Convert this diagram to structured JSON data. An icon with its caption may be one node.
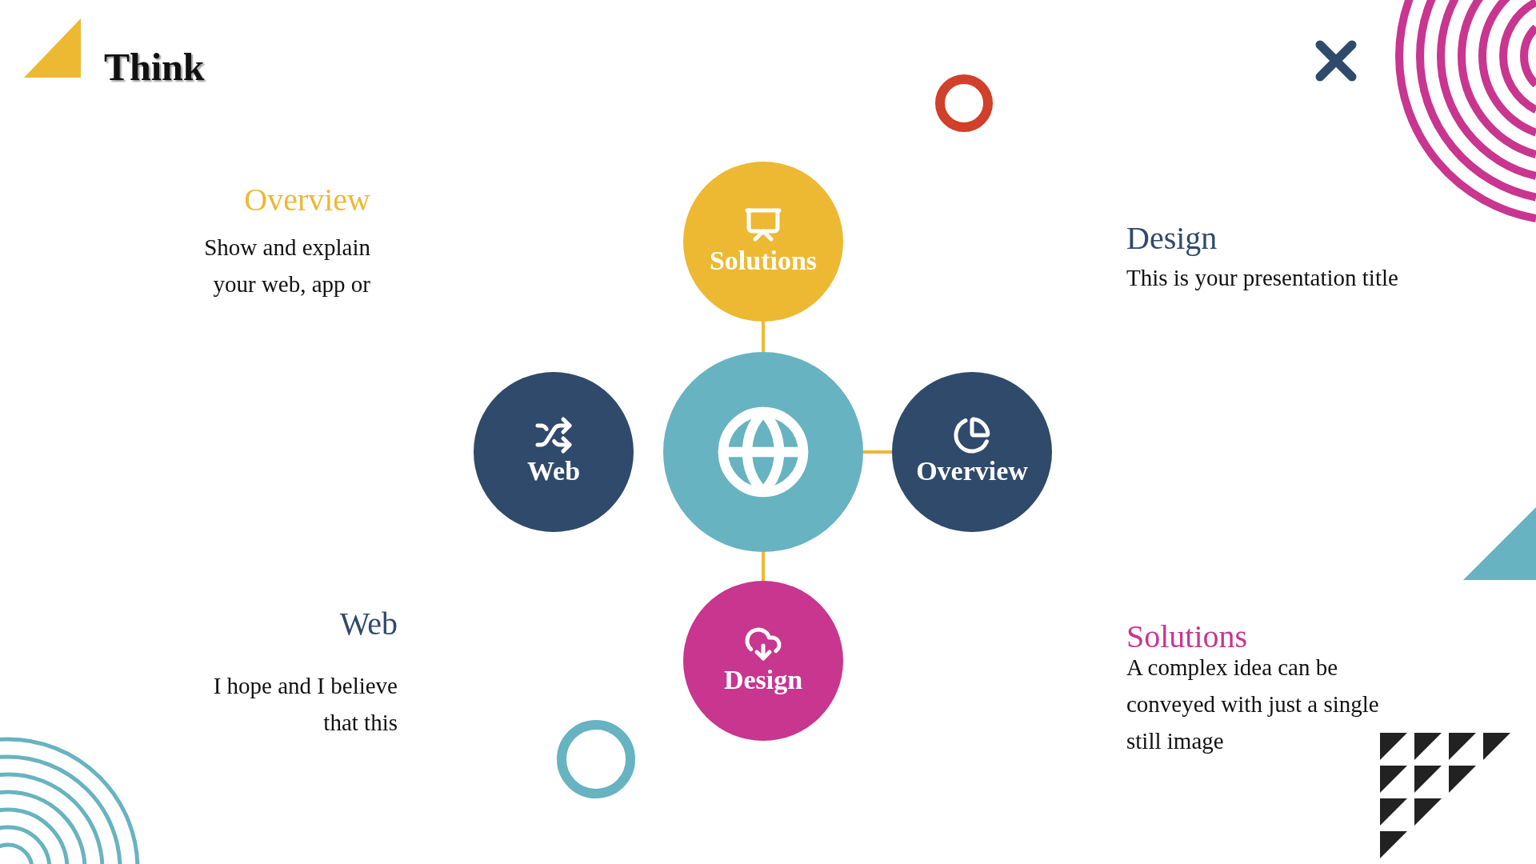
{
  "diagram": {
    "title": "Think",
    "nodes": [
      {
        "text": [
          "Solutions"
        ]
      },
      {
        "text": [
          "Web"
        ]
      },
      {
        "text": [],
        "shape": "circle"
      },
      {
        "text": [
          "Overview"
        ]
      },
      {
        "text": [
          "Design"
        ]
      }
    ],
    "edges": [
      {
        "from": 0,
        "to": 2,
        "arrow": "none"
      },
      {
        "from": 2,
        "to": 3,
        "arrow": "none"
      },
      {
        "from": 2,
        "to": 4,
        "arrow": "none"
      }
    ],
    "labels": [
      "Overview",
      "Show and explain your web, app or",
      "Design",
      "This is your presentation title",
      "Web",
      "I hope and I believe that this",
      "Solutions",
      "A complex idea can be conveyed with just a single still image"
    ]
  }
}
